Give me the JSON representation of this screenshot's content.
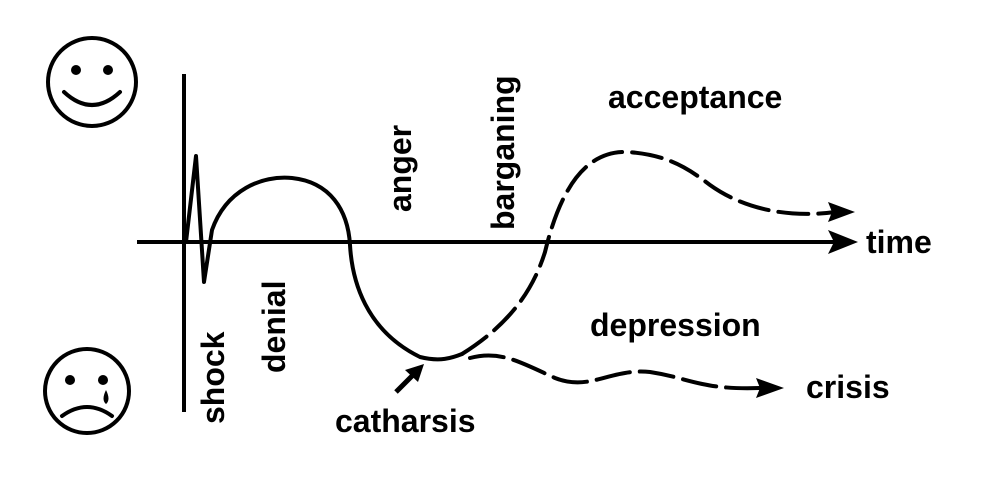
{
  "axis": {
    "x_label": "time"
  },
  "stages": {
    "shock": "shock",
    "denial": "denial",
    "anger": "anger",
    "barganing": "barganing",
    "acceptance": "acceptance",
    "depression": "depression",
    "catharsis": "catharsis",
    "crisis": "crisis"
  },
  "icons": {
    "top": "smiley-face-icon",
    "bottom": "sad-face-icon"
  },
  "colors": {
    "ink": "#000000",
    "background": "#ffffff"
  }
}
